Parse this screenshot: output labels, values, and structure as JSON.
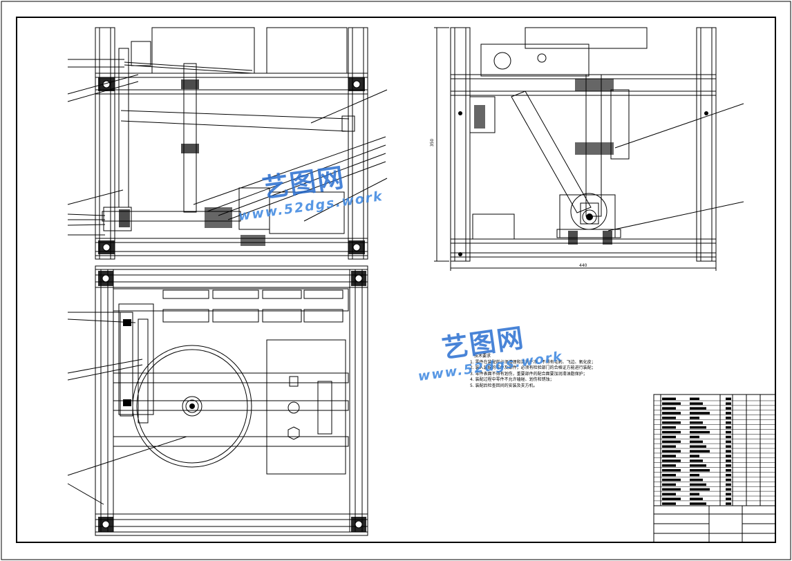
{
  "drawing": {
    "tech_requirements": {
      "title": "技术要求",
      "items": [
        "1. 零件在装配前必须清理和清洗干净，不得有毛刺、飞边、氧化皮；",
        "2. 装入装配的零件及部件，必须有检验部门的合格证方能进行装配；",
        "3. 零件表面不得有划伤，重要部件的配合面要加润滑油脂保护；",
        "4. 装配过程中零件不允许磕碰、划伤和锈蚀；",
        "5. 装配后检查回间的安装及支方机。"
      ]
    },
    "dimensions": {
      "height": "350",
      "width": "440"
    },
    "watermarks": [
      {
        "cn": "艺图网",
        "en": "www.52dgs.work"
      },
      {
        "cn": "艺图网",
        "en": "www.52dgs.work"
      }
    ]
  }
}
